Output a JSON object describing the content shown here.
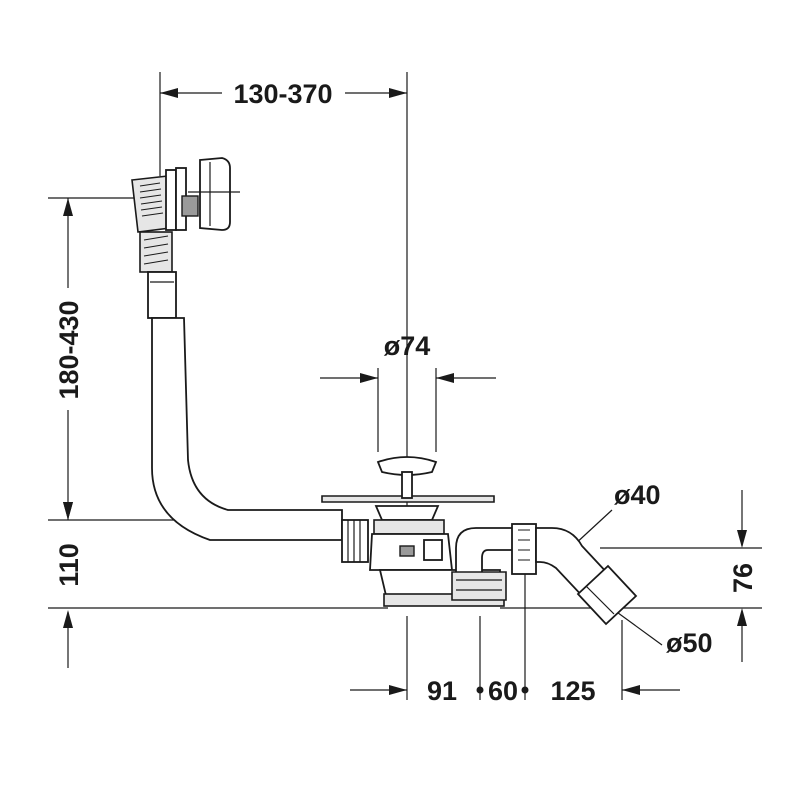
{
  "dimensions": {
    "top_horizontal": "130-370",
    "left_vertical": "180-430",
    "drain_diameter": "ø74",
    "left_lower_vertical": "110",
    "pipe_diameter_small": "ø40",
    "pipe_diameter_large": "ø50",
    "right_vertical": "76",
    "bottom_a": "91",
    "bottom_b": "60",
    "bottom_c": "125"
  }
}
